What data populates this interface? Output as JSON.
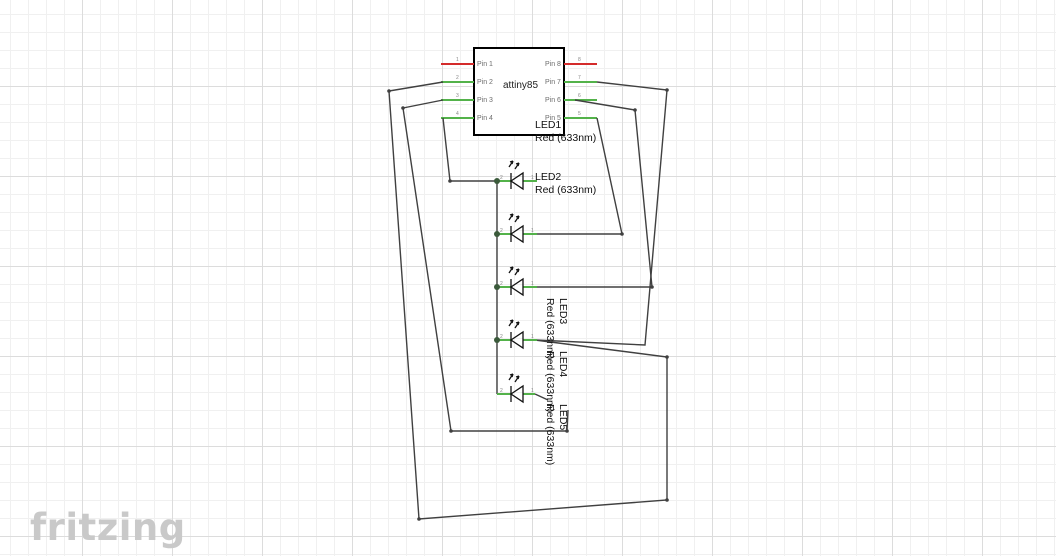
{
  "chip": {
    "name": "attiny85",
    "pins_left": [
      {
        "num": "1",
        "label": "Pin 1",
        "color": "red"
      },
      {
        "num": "2",
        "label": "Pin 2",
        "color": "green"
      },
      {
        "num": "3",
        "label": "Pin 3",
        "color": "green"
      },
      {
        "num": "4",
        "label": "Pin 4",
        "color": "green"
      }
    ],
    "pins_right": [
      {
        "num": "8",
        "label": "Pin 8",
        "color": "red"
      },
      {
        "num": "7",
        "label": "Pin 7",
        "color": "green"
      },
      {
        "num": "6",
        "label": "Pin 6",
        "color": "green"
      },
      {
        "num": "5",
        "label": "Pin 5",
        "color": "green"
      }
    ]
  },
  "leds": [
    {
      "id": "LED1",
      "value": "Red (633nm)"
    },
    {
      "id": "LED2",
      "value": "Red (633nm)"
    },
    {
      "id": "LED3",
      "value": "Red (633nm)"
    },
    {
      "id": "LED4",
      "value": "Red (633nm)"
    },
    {
      "id": "LED5",
      "value": "Red (633nm)"
    }
  ],
  "led_pin_labels": {
    "anode": "2",
    "cathode": "1"
  },
  "logo": "fritzing",
  "colors": {
    "pin_power": "#d42b2b",
    "pin_io": "#53b24a",
    "wire": "#404040",
    "grid": "#dcdcdc",
    "logo": "#c9c9c9"
  }
}
